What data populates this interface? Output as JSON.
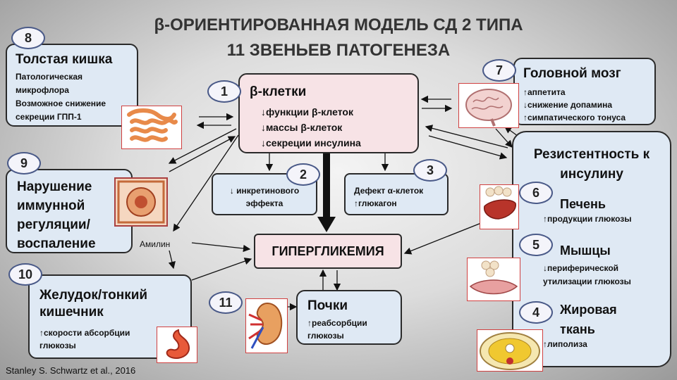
{
  "title": {
    "line1": "β-ОРИЕНТИРОВАННАЯ МОДЕЛЬ СД 2 ТИПА",
    "line2": "11 ЗВЕНЬЕВ ПАТОГЕНЕЗА"
  },
  "node1": {
    "num": "1",
    "heading": "β-клетки",
    "lines": [
      "↓функции β-клеток",
      "↓массы β-клеток",
      "↓секреции инсулина"
    ]
  },
  "node2": {
    "num": "2",
    "lines": [
      "↓ инкретинового",
      "эффекта"
    ]
  },
  "node3": {
    "num": "3",
    "lines": [
      "Дефект α-клеток",
      "↑глюкагон"
    ]
  },
  "node4": {
    "num": "4",
    "heading_l1": "Жировая",
    "heading_l2": "ткань",
    "line": "↑липолиза"
  },
  "node5": {
    "num": "5",
    "heading": "Мышцы",
    "line1": "↓периферической",
    "line2": "утилизации глюкозы"
  },
  "node6": {
    "num": "6",
    "heading": "Печень",
    "line": "↑продукции глюкозы"
  },
  "node7": {
    "num": "7",
    "heading": "Головной мозг",
    "lines": [
      "↑аппетита",
      "↓снижение допамина",
      "↑симпатического тонуса"
    ]
  },
  "node8": {
    "num": "8",
    "heading": "Толстая кишка",
    "lines": [
      "Патологическая",
      "микрофлора",
      "Возможное снижение",
      "секреции ГПП-1"
    ]
  },
  "node9": {
    "num": "9",
    "lines": [
      "Нарушение",
      "иммунной",
      "регуляции/",
      "воспаление"
    ]
  },
  "node10": {
    "num": "10",
    "heading_l1": "Желудок/тонкий",
    "heading_l2": "кишечник",
    "line1": "↑скорости абсорбции",
    "line2": "глюкозы"
  },
  "node11": {
    "num": "11"
  },
  "kidneys": {
    "heading": "Почки",
    "line1": "↑реабсорбции",
    "line2": "глюкозы"
  },
  "resistance": {
    "heading_l1": "Резистентность к",
    "heading_l2": "инсулину"
  },
  "hyperglycemia": "ГИПЕРГЛИКЕМИЯ",
  "amylin": "Амилин",
  "citation": "Stanley S. Schwartz et al., 2016"
}
